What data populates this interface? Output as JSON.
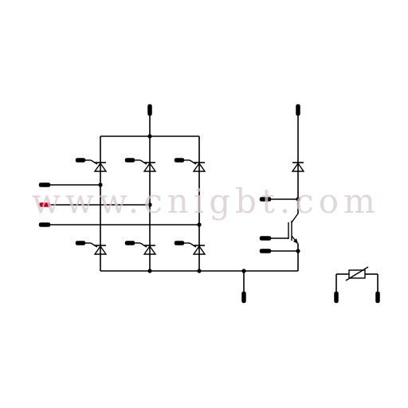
{
  "watermark": {
    "text": "www.cnigbt.com"
  },
  "colors": {
    "wire": "#000000",
    "terminal": "#000000",
    "terminal_accent": "#c0001a",
    "watermark": "#d8c9cf",
    "background": "#ffffff"
  },
  "diagram": {
    "components": [
      "rectifier-bridge-diode-upper-1",
      "rectifier-bridge-diode-upper-2",
      "rectifier-bridge-diode-upper-3",
      "rectifier-bridge-diode-lower-1",
      "rectifier-bridge-diode-lower-2",
      "rectifier-bridge-diode-lower-3",
      "brake-diode",
      "brake-igbt",
      "ntc-thermistor"
    ]
  }
}
